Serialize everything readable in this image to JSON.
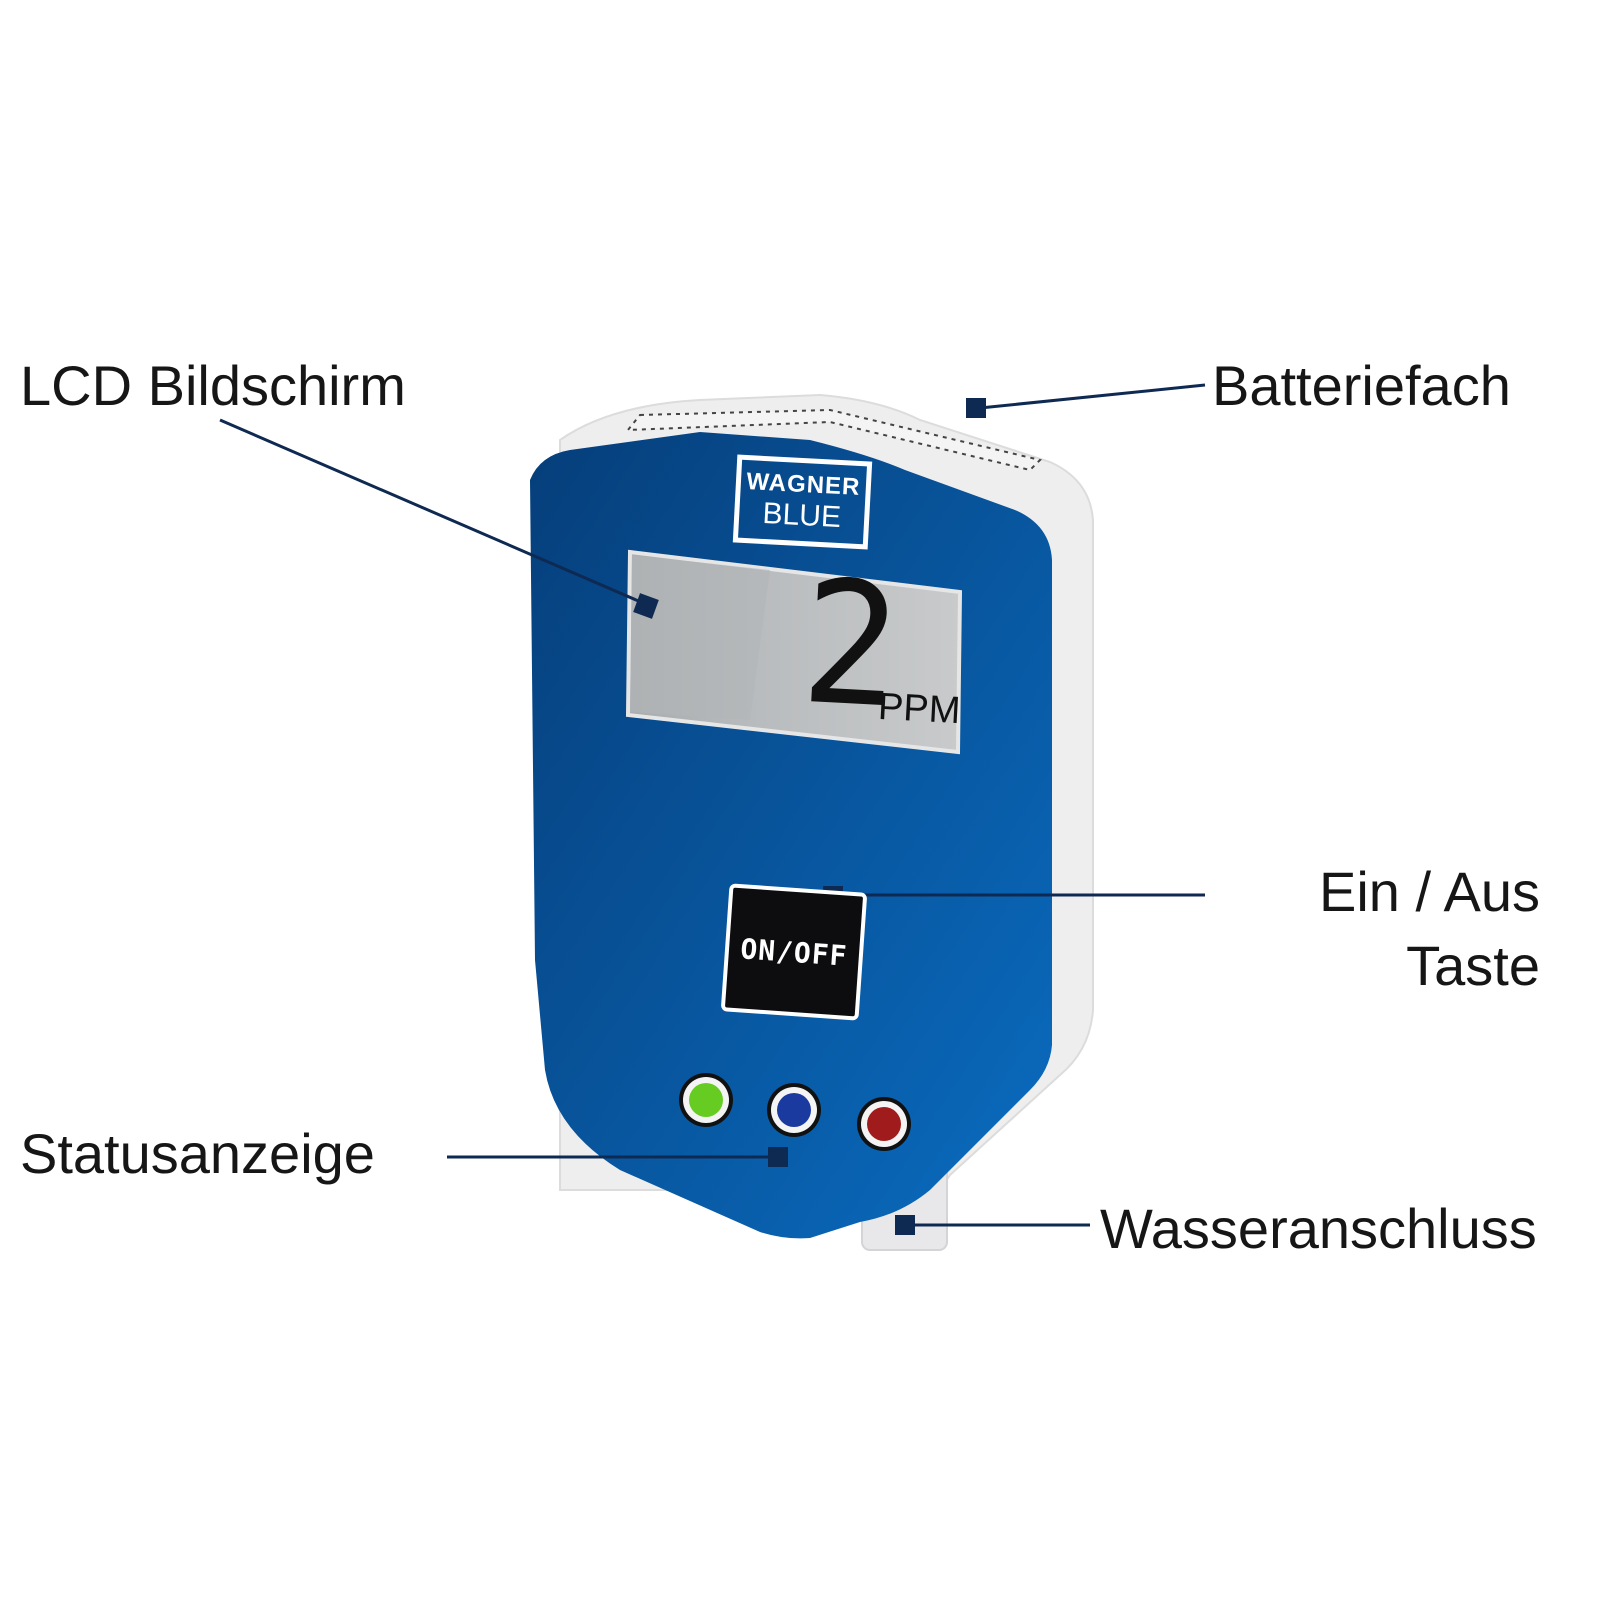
{
  "labels": {
    "lcd": "LCD Bildschirm",
    "battery": "Batteriefach",
    "power_line1": "Ein / Aus",
    "power_line2": "Taste",
    "status": "Statusanzeige",
    "water": "Wasseranschluss"
  },
  "device": {
    "brand_line1": "WAGNER",
    "brand_line2": "BLUE",
    "reading_value": "2",
    "reading_unit": "PPM",
    "button_label": "ON/OFF",
    "status_lights": [
      "green",
      "blue",
      "red"
    ]
  },
  "colors": {
    "device_blue": "#0a5ca8",
    "device_blue_dark": "#063e7a",
    "leader_line": "#0f2a52",
    "lcd_background": "#bfc2c4",
    "light_green": "#66cc22",
    "light_blue": "#1a3aa0",
    "light_red": "#a01c1c"
  }
}
